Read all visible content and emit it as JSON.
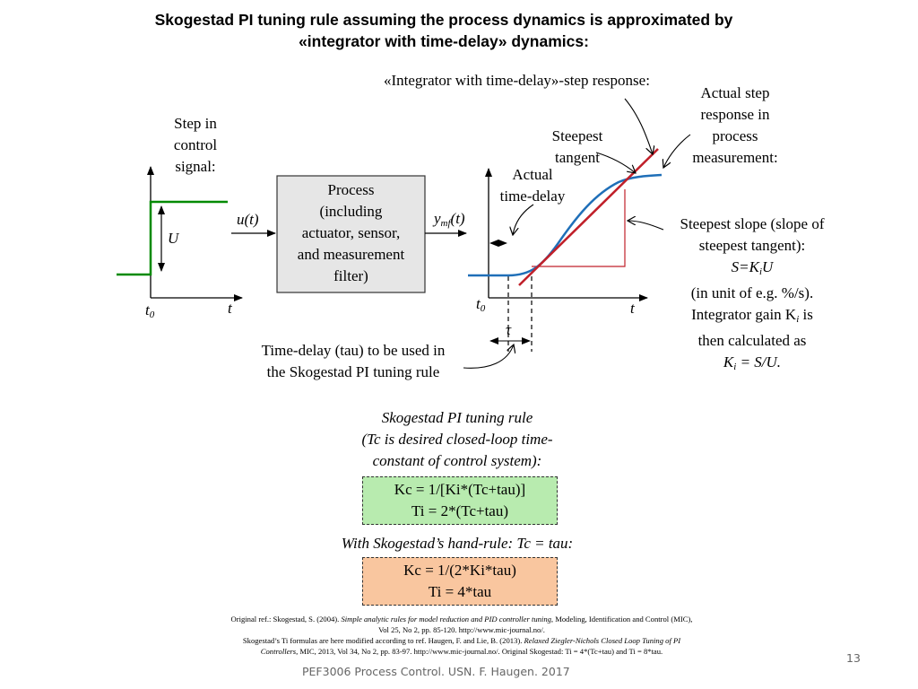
{
  "title": {
    "line1": "Skogestad PI tuning rule assuming the process dynamics is approximated by",
    "line2": "«integrator with time-delay» dynamics:"
  },
  "left_plot": {
    "label_lines": [
      "Step in",
      "control",
      "signal:"
    ],
    "amplitude": "U",
    "t0": "t",
    "t0_sub": "0",
    "t_axis": "t"
  },
  "process_block": {
    "lines": [
      "Process",
      "(including",
      "actuator, sensor,",
      "and measurement",
      "filter)"
    ],
    "input": "u(t)",
    "output_y": "y",
    "output_sub": "mf",
    "output_arg": "(t)"
  },
  "right_plot": {
    "heading": "«Integrator with time-delay»-step response:",
    "steepest_tangent": [
      "Steepest",
      "tangent"
    ],
    "actual_time_delay": [
      "Actual",
      "time-delay"
    ],
    "actual_step_response": [
      "Actual step",
      "response in",
      "process",
      "measurement:"
    ],
    "t0": "t",
    "t0_sub": "0",
    "t_axis": "t",
    "tau": "τ"
  },
  "tau_note": [
    "Time-delay (tau) to be used in",
    "the Skogestad PI tuning rule"
  ],
  "slope_note": {
    "line1": "Steepest slope (slope of",
    "line2": "steepest tangent):",
    "line3": "S=K",
    "line3_sub": "i",
    "line3_end": "U",
    "line4": "(in unit of e.g. %/s).",
    "line5_start": "Integrator gain K",
    "line5_sub": "i",
    "line5_end": " is",
    "line6": "then calculated as",
    "line7_start": "K",
    "line7_sub": "i",
    "line7_end": " = S/U."
  },
  "tuning_rule": {
    "heading": [
      "Skogestad PI tuning rule",
      "(Tc is desired closed-loop time-",
      "constant of control system):"
    ],
    "formula1": "Kc = 1/[Ki*(Tc+tau)]",
    "formula2": "Ti = 2*(Tc+tau)",
    "hand_rule": "With Skogestad’s hand-rule: Tc = tau:",
    "formula3": "Kc = 1/(2*Ki*tau)",
    "formula4": "Ti = 4*tau"
  },
  "references": {
    "r1a": "Original ref.: Skogestad, S. (2004). ",
    "r1b": "Simple analytic rules for model reduction and PID controller tuning",
    "r1c": ", Modeling, Identification and Control (MIC),",
    "r2": "Vol 25, No 2, pp. 85-120. http://www.mic-journal.no/.",
    "r3a": "Skogestad’s Ti formulas are here modified according to ref. Haugen, F. and Lie, B. (2013). ",
    "r3b": "Relaxed Ziegler-Nichols Closed Loop Tuning of PI",
    "r4a": "Controllers",
    "r4b": ", MIC, 2013, Vol 34, No 2, pp. 83-97. http://www.mic-journal.no/. Original Skogestad: Ti = 4*(Tc+tau) and Ti = 8*tau."
  },
  "footer": "PEF3006 Process Control. USN. F. Haugen. 2017",
  "page_number": "13",
  "colors": {
    "step_green": "#008a00",
    "response_blue": "#1f6fb8",
    "tangent_red": "#c0202a",
    "box_gray": "#e6e6e6",
    "box_green": "#b8ebaf",
    "box_orange": "#f9c69f"
  }
}
